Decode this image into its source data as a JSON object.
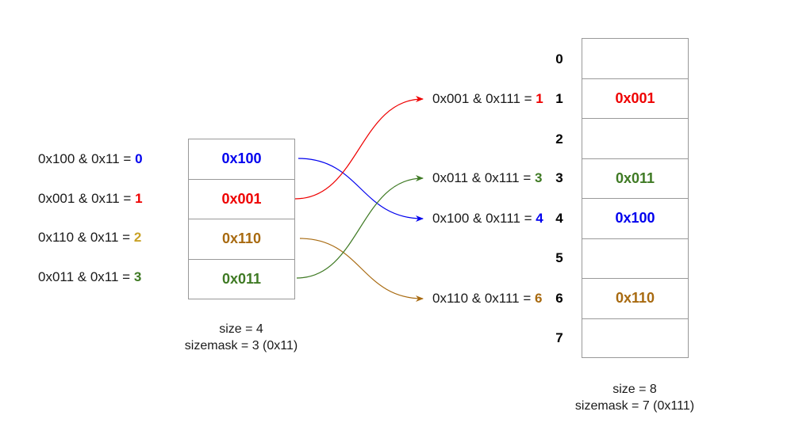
{
  "colors": {
    "blue": "#0000ee",
    "red": "#ee0000",
    "gold": "#c9a227",
    "brown": "#a86a10",
    "green": "#3f7a24"
  },
  "left_exprs": [
    {
      "text": "0x100 & 0x11 = ",
      "result": "0",
      "color": "blue"
    },
    {
      "text": "0x001 & 0x11 = ",
      "result": "1",
      "color": "red"
    },
    {
      "text": "0x110 & 0x11 = ",
      "result": "2",
      "color": "gold"
    },
    {
      "text": "0x011 & 0x11 = ",
      "result": "3",
      "color": "green"
    }
  ],
  "old_table": {
    "cells": [
      {
        "label": "0x100",
        "color": "blue"
      },
      {
        "label": "0x001",
        "color": "red"
      },
      {
        "label": "0x110",
        "color": "brown"
      },
      {
        "label": "0x011",
        "color": "green"
      }
    ],
    "size_label": "size = 4",
    "sizemask_label": "sizemask = 3 (0x11)"
  },
  "right_exprs": [
    {
      "text": "0x001 & 0x111 = ",
      "result": "1",
      "color": "red"
    },
    {
      "text": "0x011 & 0x111 = ",
      "result": "3",
      "color": "green"
    },
    {
      "text": "0x100 & 0x111 = ",
      "result": "4",
      "color": "blue"
    },
    {
      "text": "0x110 & 0x111 = ",
      "result": "6",
      "color": "brown"
    }
  ],
  "new_table": {
    "indices": [
      "0",
      "1",
      "2",
      "3",
      "4",
      "5",
      "6",
      "7"
    ],
    "cells": [
      {
        "label": "",
        "color": ""
      },
      {
        "label": "0x001",
        "color": "red"
      },
      {
        "label": "",
        "color": ""
      },
      {
        "label": "0x011",
        "color": "green"
      },
      {
        "label": "0x100",
        "color": "blue"
      },
      {
        "label": "",
        "color": ""
      },
      {
        "label": "0x110",
        "color": "brown"
      },
      {
        "label": "",
        "color": ""
      }
    ],
    "size_label": "size = 8",
    "sizemask_label": "sizemask = 7 (0x111)"
  },
  "arrows": [
    {
      "from_cell": 0,
      "to_expr": 2,
      "color": "blue"
    },
    {
      "from_cell": 1,
      "to_expr": 0,
      "color": "red"
    },
    {
      "from_cell": 2,
      "to_expr": 3,
      "color": "brown"
    },
    {
      "from_cell": 3,
      "to_expr": 1,
      "color": "green"
    }
  ]
}
